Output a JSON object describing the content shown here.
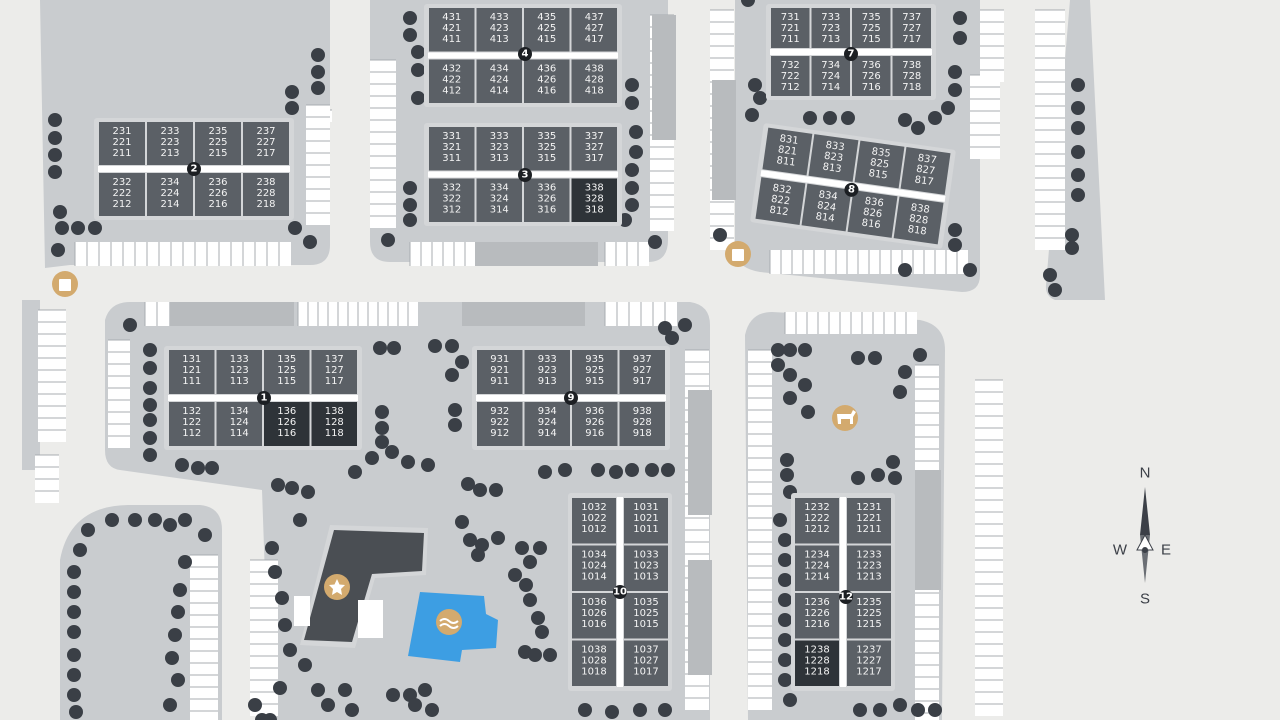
{
  "colors": {
    "background": "#ececea",
    "lot": "#c9cccf",
    "road": "#ececea",
    "building_outline": "#d4d6d8",
    "unit_dark": "#4a4e53",
    "unit_mid": "#5b6066",
    "unit_highlight": "#2e3338",
    "tree": "#3a3f46",
    "parking_stall": "#ffffff",
    "amenity_gold": "#d3aa6e",
    "pool_blue": "#3d9ee3",
    "clubhouse": "#4a4e53"
  },
  "buildings": [
    {
      "id": "1",
      "label": "1",
      "rows": [
        [
          "131",
          "121",
          "111"
        ],
        [
          "133",
          "123",
          "113"
        ],
        [
          "135",
          "125",
          "115"
        ],
        [
          "137",
          "127",
          "117"
        ],
        [
          "132",
          "122",
          "112"
        ],
        [
          "134",
          "124",
          "114"
        ],
        [
          "136",
          "126",
          "116"
        ],
        [
          "138",
          "128",
          "118"
        ]
      ]
    },
    {
      "id": "2",
      "label": "2",
      "rows": [
        [
          "231",
          "221",
          "211"
        ],
        [
          "233",
          "223",
          "213"
        ],
        [
          "235",
          "225",
          "215"
        ],
        [
          "237",
          "227",
          "217"
        ],
        [
          "232",
          "222",
          "212"
        ],
        [
          "234",
          "224",
          "214"
        ],
        [
          "236",
          "226",
          "216"
        ],
        [
          "238",
          "228",
          "218"
        ]
      ]
    },
    {
      "id": "3",
      "label": "3",
      "rows": [
        [
          "331",
          "321",
          "311"
        ],
        [
          "333",
          "323",
          "313"
        ],
        [
          "335",
          "325",
          "315"
        ],
        [
          "337",
          "327",
          "317"
        ],
        [
          "332",
          "322",
          "312"
        ],
        [
          "334",
          "324",
          "314"
        ],
        [
          "336",
          "326",
          "316"
        ],
        [
          "338",
          "328",
          "318"
        ]
      ]
    },
    {
      "id": "4",
      "label": "4",
      "rows": [
        [
          "431",
          "421",
          "411"
        ],
        [
          "433",
          "423",
          "413"
        ],
        [
          "435",
          "425",
          "415"
        ],
        [
          "437",
          "427",
          "417"
        ],
        [
          "432",
          "422",
          "412"
        ],
        [
          "434",
          "424",
          "414"
        ],
        [
          "436",
          "426",
          "416"
        ],
        [
          "438",
          "428",
          "418"
        ]
      ]
    },
    {
      "id": "7",
      "label": "7",
      "rows": [
        [
          "731",
          "721",
          "711"
        ],
        [
          "733",
          "723",
          "713"
        ],
        [
          "735",
          "725",
          "715"
        ],
        [
          "737",
          "727",
          "717"
        ],
        [
          "732",
          "722",
          "712"
        ],
        [
          "734",
          "724",
          "714"
        ],
        [
          "736",
          "726",
          "716"
        ],
        [
          "738",
          "728",
          "718"
        ]
      ]
    },
    {
      "id": "8",
      "label": "8",
      "rows": [
        [
          "831",
          "821",
          "811"
        ],
        [
          "833",
          "823",
          "813"
        ],
        [
          "835",
          "825",
          "815"
        ],
        [
          "837",
          "827",
          "817"
        ],
        [
          "832",
          "822",
          "812"
        ],
        [
          "834",
          "824",
          "814"
        ],
        [
          "836",
          "826",
          "816"
        ],
        [
          "838",
          "828",
          "818"
        ]
      ]
    },
    {
      "id": "9",
      "label": "9",
      "rows": [
        [
          "931",
          "921",
          "911"
        ],
        [
          "933",
          "923",
          "913"
        ],
        [
          "935",
          "925",
          "915"
        ],
        [
          "937",
          "927",
          "917"
        ],
        [
          "932",
          "922",
          "912"
        ],
        [
          "934",
          "924",
          "914"
        ],
        [
          "936",
          "926",
          "916"
        ],
        [
          "938",
          "928",
          "918"
        ]
      ]
    },
    {
      "id": "10",
      "label": "10",
      "rows": [
        [
          "1032",
          "1022",
          "1012"
        ],
        [
          "1031",
          "1021",
          "1011"
        ],
        [
          "1034",
          "1024",
          "1014"
        ],
        [
          "1033",
          "1023",
          "1013"
        ],
        [
          "1036",
          "1026",
          "1016"
        ],
        [
          "1035",
          "1025",
          "1015"
        ],
        [
          "1038",
          "1028",
          "1018"
        ],
        [
          "1037",
          "1027",
          "1017"
        ]
      ]
    },
    {
      "id": "12",
      "label": "12",
      "rows": [
        [
          "1232",
          "1222",
          "1212"
        ],
        [
          "1231",
          "1221",
          "1211"
        ],
        [
          "1234",
          "1224",
          "1214"
        ],
        [
          "1233",
          "1223",
          "1213"
        ],
        [
          "1236",
          "1226",
          "1216"
        ],
        [
          "1235",
          "1225",
          "1215"
        ],
        [
          "1238",
          "1228",
          "1218"
        ],
        [
          "1237",
          "1227",
          "1217"
        ]
      ]
    }
  ],
  "amenities": [
    {
      "icon": "trash-icon"
    },
    {
      "icon": "trash-icon"
    },
    {
      "icon": "dog-park-icon"
    },
    {
      "icon": "clubhouse-star-icon"
    },
    {
      "icon": "pool-icon"
    }
  ],
  "compass": {
    "north": "N",
    "south": "S",
    "east": "E",
    "west": "W"
  }
}
